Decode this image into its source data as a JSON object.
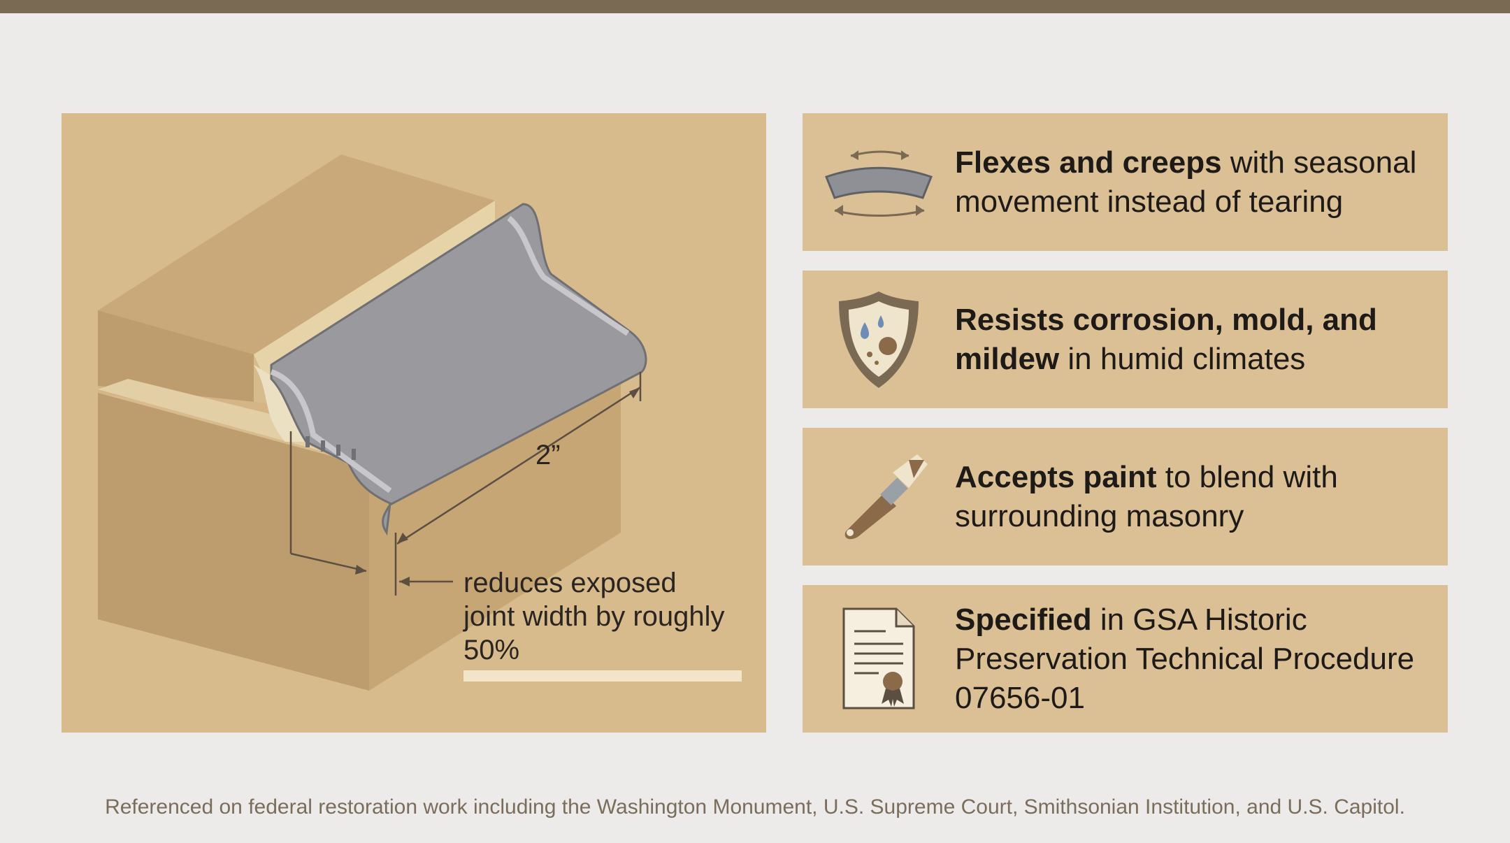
{
  "illustration": {
    "dimension_label": "2”",
    "callout_lines": [
      "reduces exposed",
      "joint width by roughly",
      "50%"
    ]
  },
  "features": [
    {
      "icon": "flex-strip-icon",
      "bold": "Flexes and creeps",
      "rest": " with seasonal movement instead of tearing"
    },
    {
      "icon": "shield-mold-icon",
      "bold": "Resists corrosion, mold, and mildew",
      "rest": " in humid climates"
    },
    {
      "icon": "paintbrush-icon",
      "bold": "Accepts paint",
      "rest": " to blend with surrounding masonry"
    },
    {
      "icon": "certificate-icon",
      "bold": "Specified",
      "rest": " in GSA Historic Preservation Technical Procedure 07656-01"
    }
  ],
  "footer": "Referenced on federal restoration work including the Washington Monument, U.S. Supreme Court, Smithsonian Institution, and U.S. Capitol.",
  "colors": {
    "top_bar": "#7a6a53",
    "panel": "#d8bb8d",
    "card": "#dcc095",
    "strip": "#9a9a9e"
  }
}
